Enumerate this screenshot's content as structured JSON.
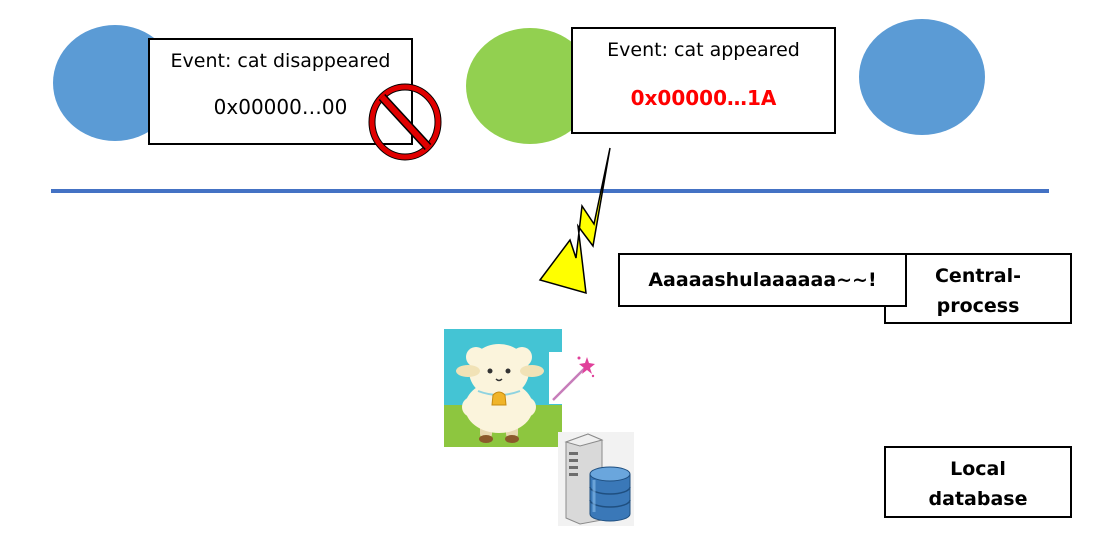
{
  "events": {
    "disappeared": {
      "title": "Event: cat disappeared",
      "code": "0x00000…00"
    },
    "appeared": {
      "title": "Event: cat appeared",
      "code": "0x00000…1A"
    }
  },
  "labels": {
    "shout": "Aaaaashulaaaaaa~~!",
    "central_line1": "Central-",
    "central_line2": "process",
    "local_line1": "Local",
    "local_line2": "database"
  },
  "colors": {
    "ellipse_blue": "#5b9bd5",
    "ellipse_green": "#92d050",
    "divider": "#4472c4",
    "lightning": "#ffff00",
    "alert_code": "#ff0000",
    "no_sign": "#e00000"
  },
  "icons": {
    "no_sign": "no-entry-icon",
    "lightning": "lightning-icon",
    "sheep": "sheep-icon",
    "wand": "magic-wand-icon",
    "database": "database-server-icon"
  }
}
